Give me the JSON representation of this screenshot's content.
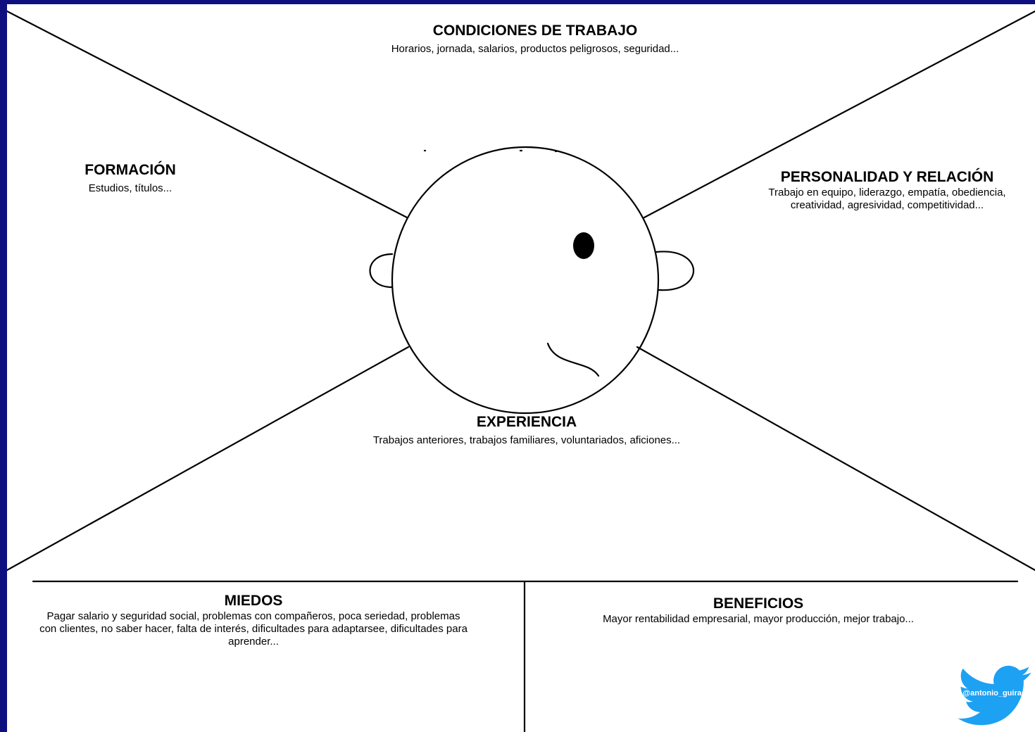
{
  "sections": {
    "condiciones": {
      "title": "CONDICIONES DE TRABAJO",
      "desc": "Horarios, jornada, salarios, productos peligrosos, seguridad..."
    },
    "formacion": {
      "title": "FORMACIÓN",
      "desc": "Estudios, títulos..."
    },
    "personalidad": {
      "title": "PERSONALIDAD Y RELACIÓN",
      "desc": "Trabajo en equipo, liderazgo, empatía, obediencia, creatividad, agresividad, competitividad..."
    },
    "experiencia": {
      "title": "EXPERIENCIA",
      "desc": "Trabajos anteriores, trabajos familiares, voluntariados, aficiones..."
    },
    "miedos": {
      "title": "MIEDOS",
      "desc": "Pagar salario y seguridad social, problemas con compañeros, poca seriedad, problemas con clientes, no saber hacer, falta de interés, dificultades para adaptarsee, dificultades para aprender..."
    },
    "beneficios": {
      "title": "BENEFICIOS",
      "desc": "Mayor rentabilidad empresarial, mayor producción, mejor trabajo..."
    }
  },
  "watermark": {
    "handle": "@antonio_guirao",
    "icon": "twitter-bird-icon"
  },
  "colors": {
    "frame": "#0f1080",
    "background": "#ffffff",
    "lines": "#000000",
    "twitter": "#1da1f2"
  }
}
